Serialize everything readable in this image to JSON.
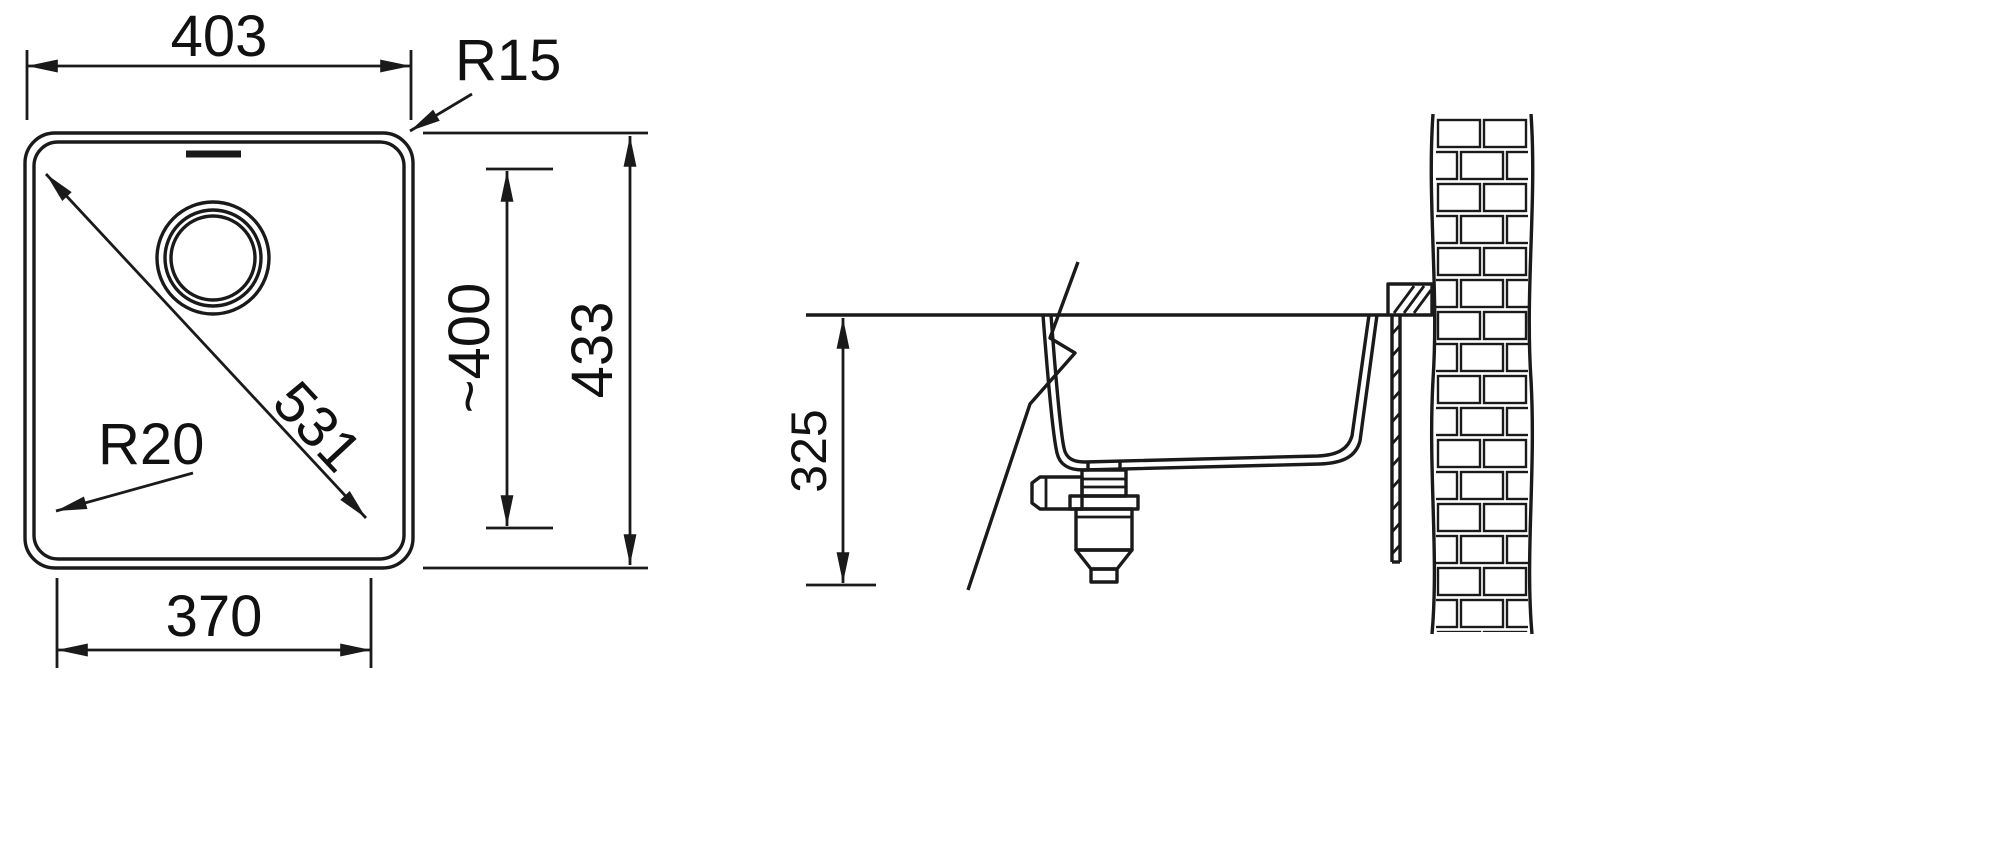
{
  "drawing": {
    "background": "#ffffff",
    "line_color": "#1a1a1a"
  },
  "plan_view": {
    "outer_width_label": "403",
    "outer_corner_radius_label": "R15",
    "inner_depth_label": "~400",
    "outer_depth_label": "433",
    "diagonal_label": "531",
    "inner_corner_radius_label": "R20",
    "inner_width_label": "370"
  },
  "section_view": {
    "mounting_depth_label": "325"
  }
}
